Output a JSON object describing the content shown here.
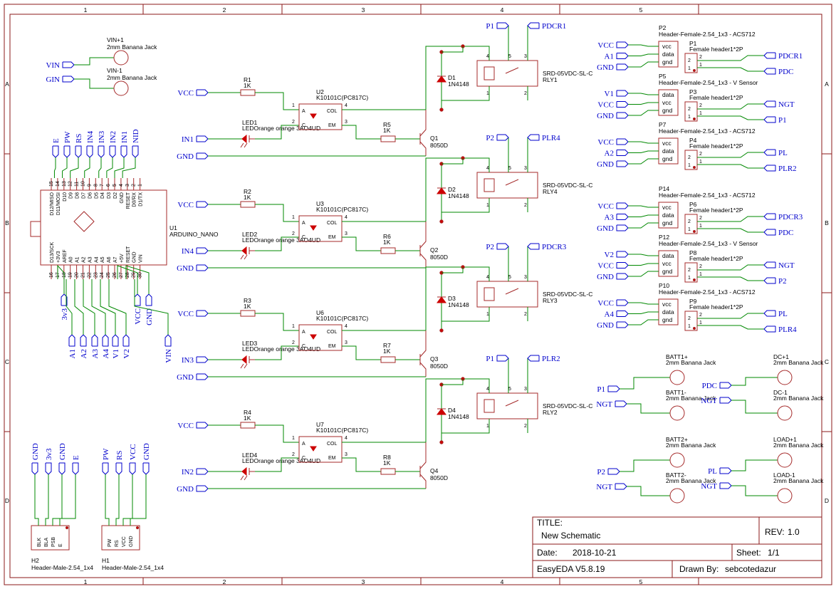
{
  "frame": {
    "columns": [
      "1",
      "2",
      "3",
      "4",
      "5"
    ],
    "rows": [
      "A",
      "B",
      "C",
      "D"
    ]
  },
  "title_block": {
    "title_label": "TITLE:",
    "title": "New Schematic",
    "rev_label": "REV:",
    "rev": "1.0",
    "date_label": "Date:",
    "date": "2018-10-21",
    "sheet_label": "Sheet:",
    "sheet": "1/1",
    "tool": "EasyEDA V5.8.19",
    "drawn_label": "Drawn By:",
    "drawn": "sebcotedazur"
  },
  "power_jacks": [
    {
      "net": "VIN",
      "ref": "VIN+1",
      "desc": "2mm Banana Jack"
    },
    {
      "net": "GIN",
      "ref": "VIN-1",
      "desc": "2mm Banana Jack"
    }
  ],
  "nano": {
    "ref": "U1",
    "name": "ARDUINO_NANO",
    "top_nets": [
      "E",
      "PW",
      "RS",
      "IN4",
      "IN3",
      "IN2",
      "IN1",
      "NID"
    ],
    "top_pins": [
      {
        "num": "15",
        "name": "D12/MISO"
      },
      {
        "num": "14",
        "name": "D11/MOSI"
      },
      {
        "num": "13",
        "name": "D10"
      },
      {
        "num": "12",
        "name": "D9"
      },
      {
        "num": "11",
        "name": "D8"
      },
      {
        "num": "10",
        "name": "D7"
      },
      {
        "num": "9",
        "name": "D6"
      },
      {
        "num": "8",
        "name": "D5"
      },
      {
        "num": "7",
        "name": "D4"
      },
      {
        "num": "6",
        "name": "D3"
      },
      {
        "num": "5",
        "name": "D2"
      },
      {
        "num": "4",
        "name": "GND"
      },
      {
        "num": "3",
        "name": "RESET"
      },
      {
        "num": "2",
        "name": "D0/RX"
      },
      {
        "num": "1",
        "name": "D1/TX"
      }
    ],
    "bottom_pins": [
      {
        "num": "16",
        "name": "D13/SCK"
      },
      {
        "num": "17",
        "name": "+3V3"
      },
      {
        "num": "18",
        "name": "AREF"
      },
      {
        "num": "19",
        "name": "A0"
      },
      {
        "num": "20",
        "name": "A1"
      },
      {
        "num": "21",
        "name": "A2"
      },
      {
        "num": "22",
        "name": "A3"
      },
      {
        "num": "23",
        "name": "A4"
      },
      {
        "num": "24",
        "name": "A5"
      },
      {
        "num": "25",
        "name": "A6"
      },
      {
        "num": "26",
        "name": "A7"
      },
      {
        "num": "27",
        "name": "+5V"
      },
      {
        "num": "28",
        "name": "RESET"
      },
      {
        "num": "29",
        "name": "GND"
      },
      {
        "num": "30",
        "name": "VIN"
      }
    ],
    "bottom_nets": [
      "3v3",
      "A1",
      "A2",
      "A3",
      "A4",
      "V1",
      "V2",
      "VCC",
      "GND",
      "VIN"
    ]
  },
  "headers": [
    {
      "ref": "H2",
      "desc": "Header-Male-2.54_1x4",
      "nets": [
        "GND",
        "3v3",
        "GND",
        "E"
      ],
      "pins": [
        "BLK",
        "BLA",
        "PSB",
        "E"
      ]
    },
    {
      "ref": "H1",
      "desc": "Header-Male-2.54_1x4",
      "nets": [
        "PW",
        "RS",
        "VCC",
        "GND"
      ],
      "pins": [
        "PW",
        "RS",
        "VCC",
        "GND"
      ]
    }
  ],
  "channels": [
    {
      "vcc": "VCC",
      "input": "IN1",
      "gnd": "GND",
      "res_in": "R1",
      "res_in_val": "1K",
      "led": "LED1",
      "led_val": "LEDOrange orange 3AO4UD",
      "opto": "U2",
      "opto_val": "K10101C(PC817C)",
      "res_b": "R5",
      "res_b_val": "1K",
      "q": "Q1",
      "q_val": "8050D",
      "diode": "D1",
      "diode_val": "1N4148",
      "relay": "RLY1",
      "relay_val": "SRD-05VDC-SL-C",
      "coil_net": "P1",
      "contact_net": "PDCR1"
    },
    {
      "vcc": "VCC",
      "input": "IN4",
      "gnd": "GND",
      "res_in": "R2",
      "res_in_val": "1K",
      "led": "LED2",
      "led_val": "LEDOrange orange 3AO4UD",
      "opto": "U3",
      "opto_val": "K10101C(PC817C)",
      "res_b": "R6",
      "res_b_val": "1K",
      "q": "Q2",
      "q_val": "8050D",
      "diode": "D2",
      "diode_val": "1N4148",
      "relay": "RLY4",
      "relay_val": "SRD-05VDC-SL-C",
      "coil_net": "P2",
      "contact_net": "PLR4"
    },
    {
      "vcc": "VCC",
      "input": "IN3",
      "gnd": "GND",
      "res_in": "R3",
      "res_in_val": "1K",
      "led": "LED3",
      "led_val": "LEDOrange orange 3AO4UD",
      "opto": "U6",
      "opto_val": "K10101C(PC817C)",
      "res_b": "R7",
      "res_b_val": "1K",
      "q": "Q3",
      "q_val": "8050D",
      "diode": "D3",
      "diode_val": "1N4148",
      "relay": "RLY3",
      "relay_val": "SRD-05VDC-SL-C",
      "coil_net": "P2",
      "contact_net": "PDCR3"
    },
    {
      "vcc": "VCC",
      "input": "IN2",
      "gnd": "GND",
      "res_in": "R4",
      "res_in_val": "1K",
      "led": "LED4",
      "led_val": "LEDOrange orange 3AO4UD",
      "opto": "U7",
      "opto_val": "K10101C(PC817C)",
      "res_b": "R8",
      "res_b_val": "1K",
      "q": "Q4",
      "q_val": "8050D",
      "diode": "D4",
      "diode_val": "1N4148",
      "relay": "RLY2",
      "relay_val": "SRD-05VDC-SL-C",
      "coil_net": "P1",
      "contact_net": "PLR2"
    }
  ],
  "sensor_groups": [
    {
      "hdr": "P2",
      "hdr_desc": "Header-Female-2.54_1x3 - ACS712",
      "hdr_pins": [
        "vcc",
        "data",
        "gnd"
      ],
      "hdr_nets": [
        "VCC",
        "A1",
        "GND"
      ],
      "fem": "P1",
      "fem_desc": "Female header1*2P",
      "fem_nets": [
        "PDCR1",
        "PDC"
      ]
    },
    {
      "hdr": "P5",
      "hdr_desc": "Header-Female-2.54_1x3 - V Sensor",
      "hdr_pins": [
        "data",
        "vcc",
        "gnd"
      ],
      "hdr_nets": [
        "V1",
        "VCC",
        "GND"
      ],
      "fem": "P3",
      "fem_desc": "Female header1*2P",
      "fem_nets": [
        "NGT",
        "P1"
      ]
    },
    {
      "hdr": "P7",
      "hdr_desc": "Header-Female-2.54_1x3 - ACS712",
      "hdr_pins": [
        "vcc",
        "data",
        "gnd"
      ],
      "hdr_nets": [
        "VCC",
        "A2",
        "GND"
      ],
      "fem": "P4",
      "fem_desc": "Female header1*2P",
      "fem_nets": [
        "PL",
        "PLR2"
      ]
    },
    {
      "hdr": "P14",
      "hdr_desc": "Header-Female-2.54_1x3 - ACS712",
      "hdr_pins": [
        "vcc",
        "data",
        "gnd"
      ],
      "hdr_nets": [
        "VCC",
        "A3",
        "GND"
      ],
      "fem": "P6",
      "fem_desc": "Female header1*2P",
      "fem_nets": [
        "PDCR3",
        "PDC"
      ]
    },
    {
      "hdr": "P12",
      "hdr_desc": "Header-Female-2.54_1x3 - V Sensor",
      "hdr_pins": [
        "data",
        "vcc",
        "gnd"
      ],
      "hdr_nets": [
        "V2",
        "VCC",
        "GND"
      ],
      "fem": "P8",
      "fem_desc": "Female header1*2P",
      "fem_nets": [
        "NGT",
        "P2"
      ]
    },
    {
      "hdr": "P10",
      "hdr_desc": "Header-Female-2.54_1x3 - ACS712",
      "hdr_pins": [
        "vcc",
        "data",
        "gnd"
      ],
      "hdr_nets": [
        "VCC",
        "A4",
        "GND"
      ],
      "fem": "P9",
      "fem_desc": "Female header1*2P",
      "fem_nets": [
        "PL",
        "PLR4"
      ]
    }
  ],
  "banana_jacks": [
    {
      "net": "P1",
      "ref": "BATT1+",
      "desc": "2mm Banana Jack"
    },
    {
      "net": "NGT",
      "ref": "BATT1-",
      "desc": "2mm Banana Jack"
    },
    {
      "net": "PDC",
      "ref": "DC+1",
      "desc": "2mm Banana Jack"
    },
    {
      "net": "NGT",
      "ref": "DC-1",
      "desc": "2mm Banana Jack"
    },
    {
      "net": "P2",
      "ref": "BATT2+",
      "desc": "2mm Banana Jack"
    },
    {
      "net": "NGT",
      "ref": "BATT2-",
      "desc": "2mm Banana Jack"
    },
    {
      "net": "PL",
      "ref": "LOAD+1",
      "desc": "2mm Banana Jack"
    },
    {
      "net": "NGT",
      "ref": "LOAD-1",
      "desc": "2mm Banana Jack"
    }
  ],
  "colors": {
    "border": "#8b1a1a",
    "part": "#a52a2a",
    "wire": "#008800",
    "net": "#0000cc",
    "diode": "#cc0000"
  }
}
